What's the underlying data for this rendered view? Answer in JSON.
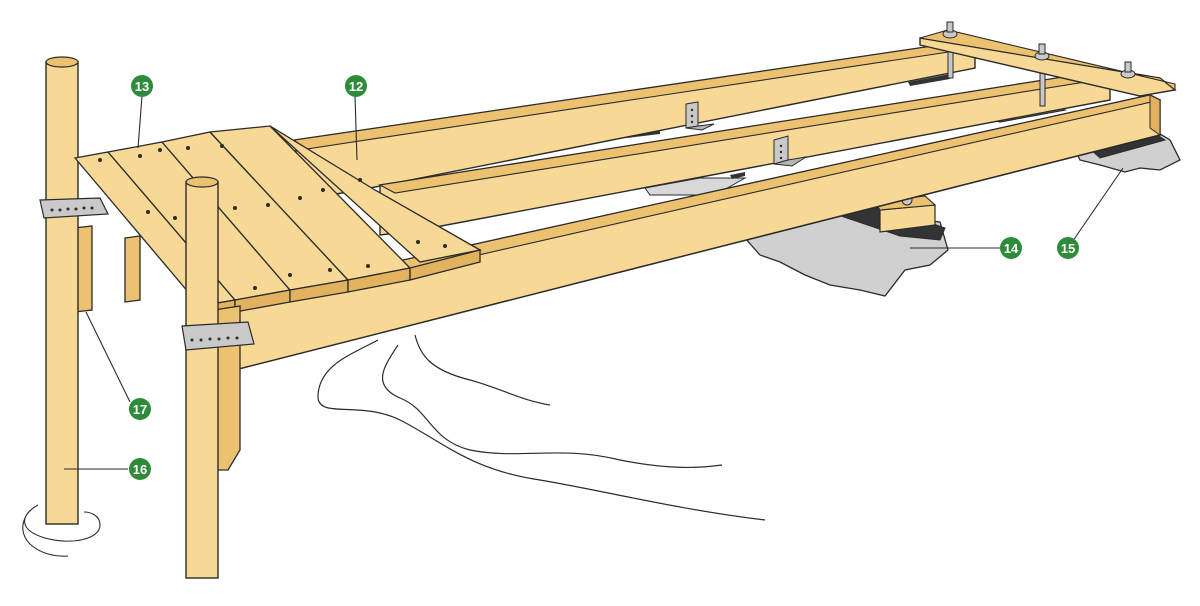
{
  "colors": {
    "wood": "#f7d995",
    "wood_dark": "#ecc170",
    "wood_shade": "#e3b25e",
    "outline": "#2b2b2b",
    "metal": "#c9c9c9",
    "rock": "#d0d0d0",
    "rubber": "#333333",
    "badge": "#2e8b3a",
    "badge_text": "#ffffff"
  },
  "callouts": [
    {
      "id": "c12",
      "label": "12",
      "target": "stringer-right"
    },
    {
      "id": "c13",
      "label": "13",
      "target": "deck-boards"
    },
    {
      "id": "c14",
      "label": "14",
      "target": "rock-support-middle"
    },
    {
      "id": "c15",
      "label": "15",
      "target": "rock-support-far"
    },
    {
      "id": "c16",
      "label": "16",
      "target": "post-left"
    },
    {
      "id": "c17",
      "label": "17",
      "target": "post-brace"
    }
  ]
}
